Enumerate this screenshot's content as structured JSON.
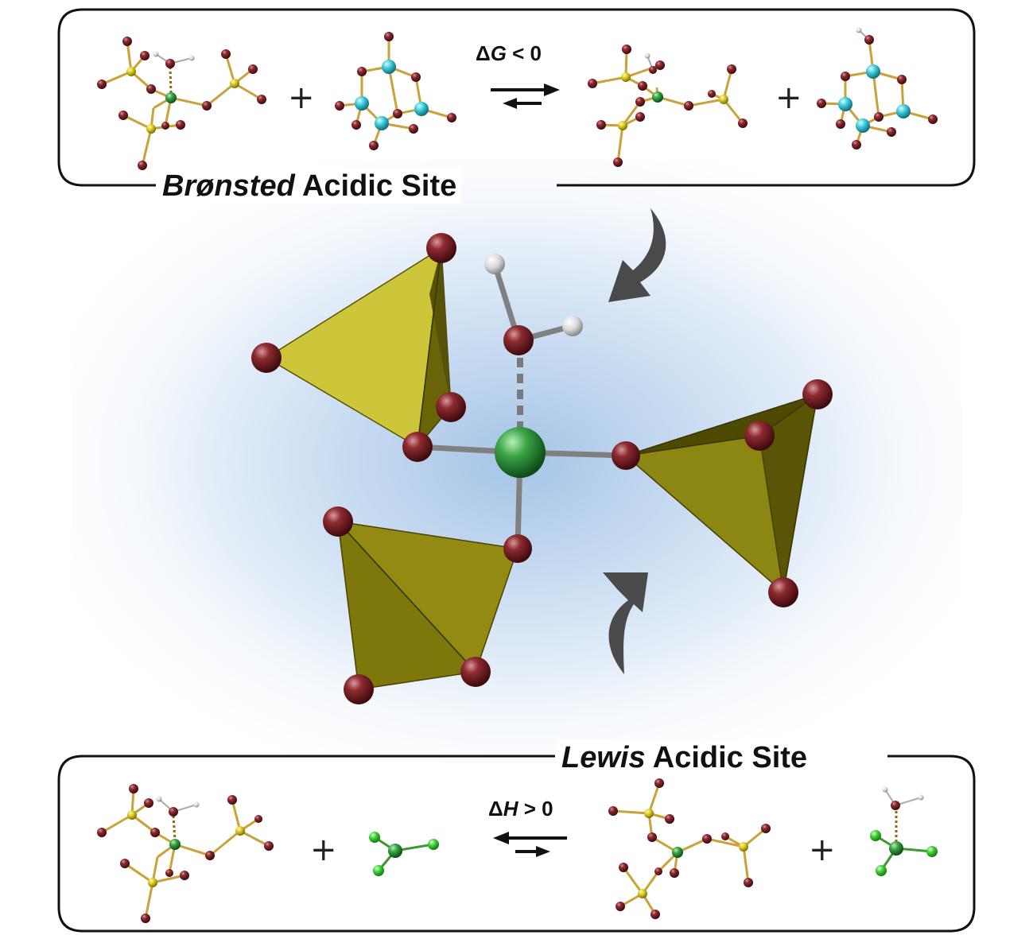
{
  "top_panel": {
    "label_italic": "Brønsted",
    "label_rest": " Acidic Site",
    "equation_symbol": "Δ",
    "equation_var": "G",
    "equation_rest": " < 0",
    "plus_sign": "+"
  },
  "bottom_panel": {
    "label_italic": "Lewis",
    "label_rest": " Acidic Site",
    "equation_symbol": "Δ",
    "equation_var": "H",
    "equation_rest": " > 0",
    "plus_sign": "+"
  },
  "colors": {
    "oxygen": "#7a1e22",
    "silicon": "#d8c82a",
    "metal_center": "#2f8a3a",
    "hydrogen": "#e6e6e6",
    "aluminum_cluster": "#3cc8d8",
    "chlorine": "#3fcf3a",
    "tetrahedron_light": "#cfc73a",
    "tetrahedron_dark": "#8a8210",
    "arrow": "#454545",
    "background_glow": "#a9c6e8"
  }
}
